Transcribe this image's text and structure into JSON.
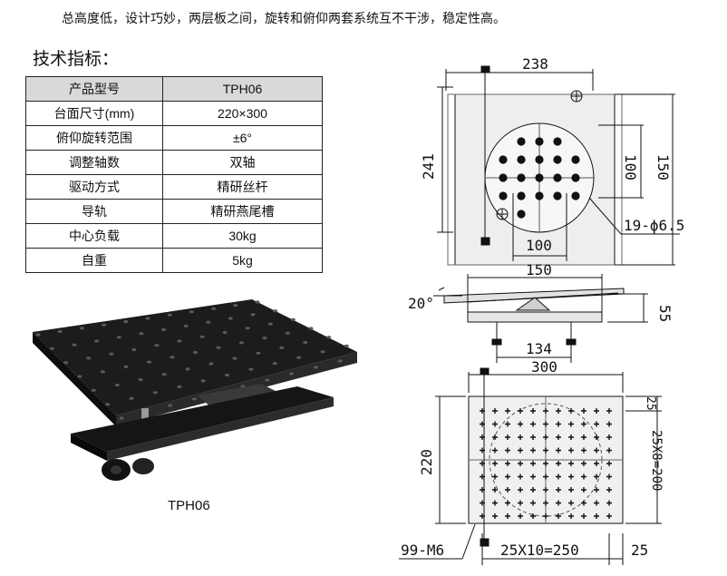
{
  "intro_text": "总高度低，设计巧妙，两层板之间，旋转和俯仰两套系统互不干涉，稳定性高。",
  "section_title": "技术指标：",
  "spec_table": {
    "header": [
      "产品型号",
      "TPH06"
    ],
    "rows": [
      [
        "台面尺寸(mm)",
        "220×300"
      ],
      [
        "俯仰旋转范围",
        "±6°"
      ],
      [
        "调整轴数",
        "双轴"
      ],
      [
        "驱动方式",
        "精研丝杆"
      ],
      [
        "导轨",
        "精研燕尾槽"
      ],
      [
        "中心负载",
        "30kg"
      ],
      [
        "自重",
        "5kg"
      ]
    ]
  },
  "photo_caption": "TPH06",
  "drawing": {
    "top_view": {
      "width": "238",
      "height": "241",
      "inner_h1": "100",
      "inner_h2": "150",
      "inner_w": "100",
      "hole": "19-ϕ6.5"
    },
    "side_view": {
      "angle": "20°",
      "width_top": "150",
      "height": "55",
      "width_bottom": "134"
    },
    "plate_view": {
      "width": "300",
      "height": "220",
      "edge_top": "25",
      "grid_v": "25X8=200",
      "holes": "99-M6",
      "grid_h": "25X10=250",
      "edge_right": "25"
    }
  }
}
